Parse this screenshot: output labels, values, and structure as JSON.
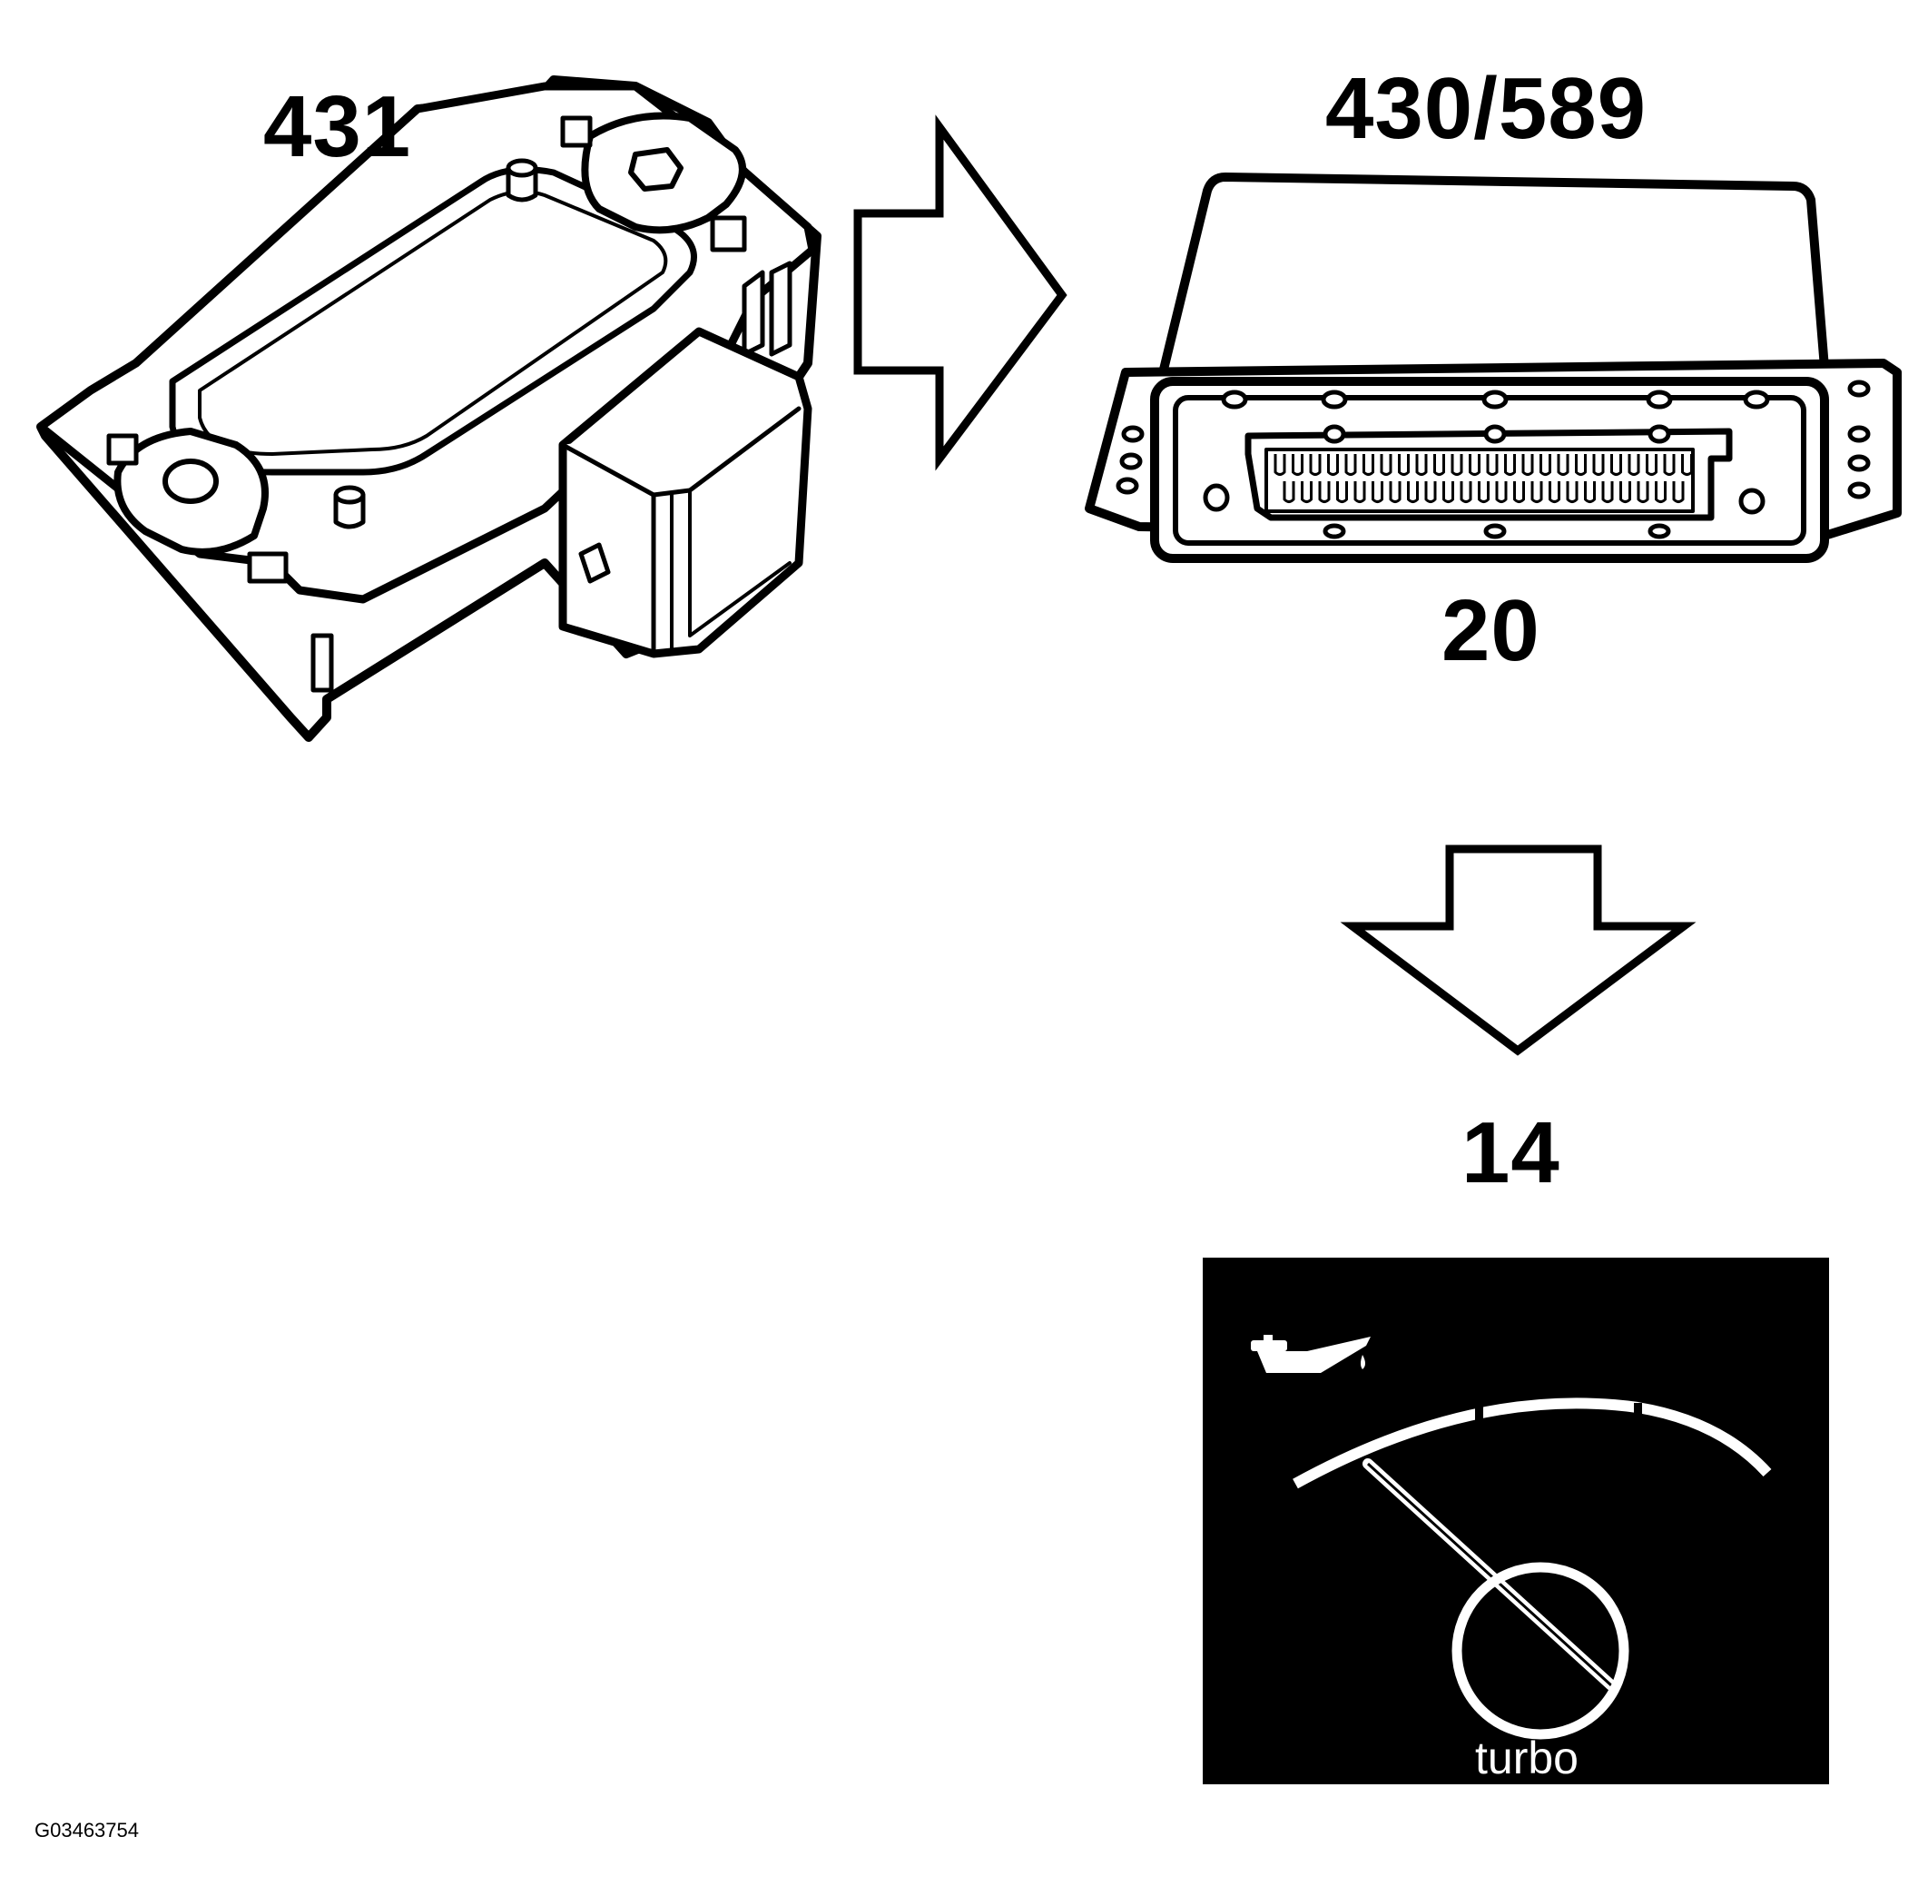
{
  "labels": {
    "sensor": "431",
    "control_module": "430/589",
    "connector": "20",
    "gauge": "14"
  },
  "gauge": {
    "text": "turbo",
    "icon": "oil-can-icon"
  },
  "reference_code": "G03463754",
  "colors": {
    "line": "#000000",
    "background": "#ffffff",
    "gauge_panel": "#000000",
    "gauge_marks": "#ffffff"
  }
}
